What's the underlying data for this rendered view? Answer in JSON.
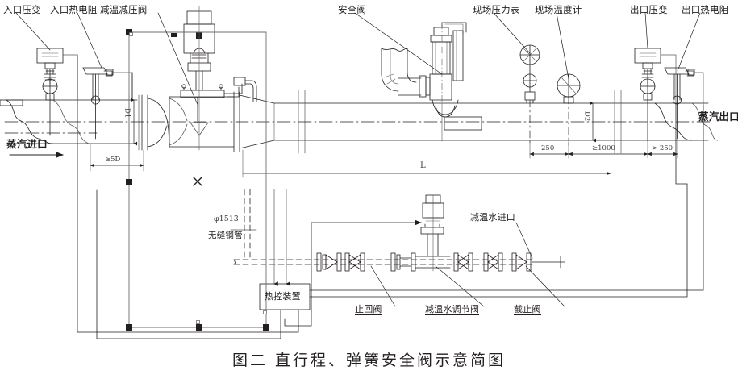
{
  "figure": {
    "caption": "图二  直行程、弹簧安全阀示意简图",
    "caption_id": "图二",
    "caption_title": "直行程、弹簧安全阀示意简图"
  },
  "callouts": {
    "inlet_pressure_transmitter": "入口压变",
    "inlet_rtd": "入口热电阻",
    "desuperheating_pressure_reducing_valve": "减温减压阀",
    "safety_valve": "安全阀",
    "field_pressure_gauge": "现场压力表",
    "field_thermometer": "现场温度计",
    "outlet_pressure_transmitter": "出口压变",
    "outlet_rtd": "出口热电阻",
    "steam_inlet": "蒸汽进口",
    "steam_outlet": "蒸汽出口",
    "seamless_pipe_spec": "φ1513",
    "seamless_pipe": "无缝钢管",
    "thermal_control_device": "热控装置",
    "check_valve": "止回阀",
    "water_control_valve": "减温水调节阀",
    "stop_valve": "截止阀",
    "water_inlet": "减温水进口"
  },
  "dimensions": {
    "d1": "D1",
    "d2": "D2",
    "five_d": "≥5D",
    "l": "L",
    "dim_250": "250",
    "dim_1000": "≥1000",
    "dim_gt250": "> 250"
  },
  "colors": {
    "line": "#231f20",
    "thin_line": "#58585a",
    "background": "#ffffff",
    "signal_line": "#6d6e71"
  }
}
